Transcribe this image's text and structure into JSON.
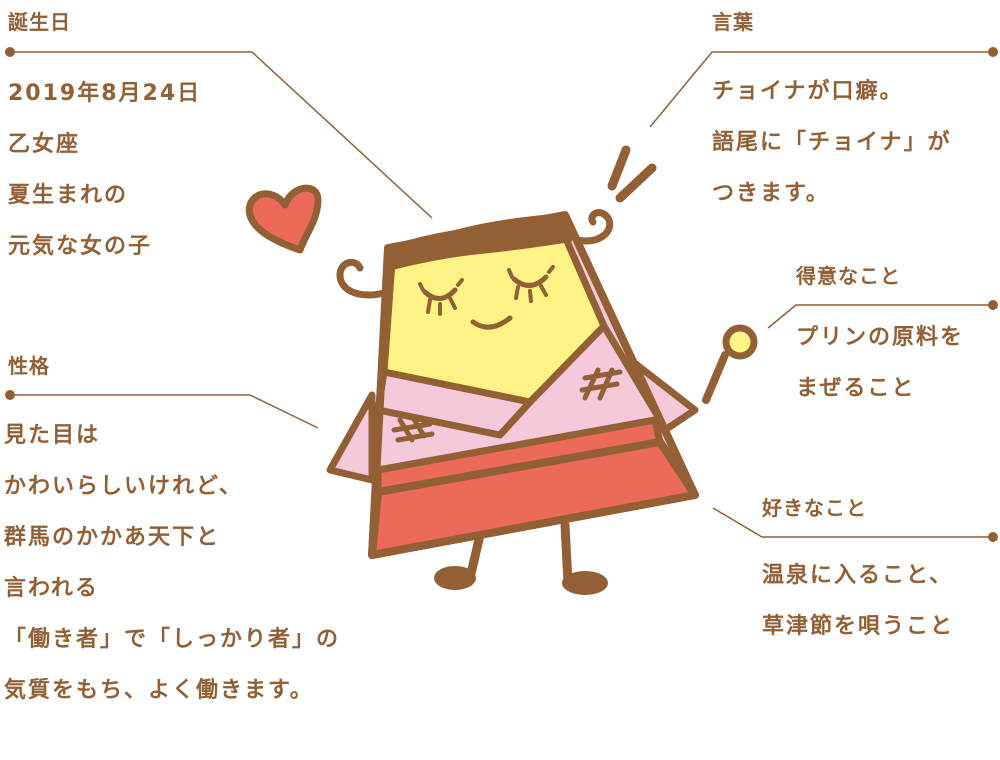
{
  "birthday": {
    "heading": "誕生日",
    "lines": [
      "2019年8月24日",
      "乙女座",
      "夏生まれの",
      "元気な女の子"
    ]
  },
  "words": {
    "heading": "言葉",
    "lines": [
      "チョイナが口癖。",
      "語尾に「チョイナ」が",
      "つきます。"
    ]
  },
  "skills": {
    "heading": "得意なこと",
    "lines": [
      "プリンの原料を",
      "まぜること"
    ]
  },
  "personality": {
    "heading": "性格",
    "lines": [
      "見た目は",
      "かわいらしいけれど、",
      "群馬のかかあ天下と",
      "言われる",
      "「働き者」で「しっかり者」の",
      "気質をもち、よく働きます。"
    ]
  },
  "likes": {
    "heading": "好きなこと",
    "lines": [
      "温泉に入ること、",
      "草津節を唄うこと"
    ]
  },
  "colors": {
    "brown": "#935f34",
    "yellow": "#fff385",
    "pink": "#f5c8dc",
    "red": "#eb6a58"
  }
}
